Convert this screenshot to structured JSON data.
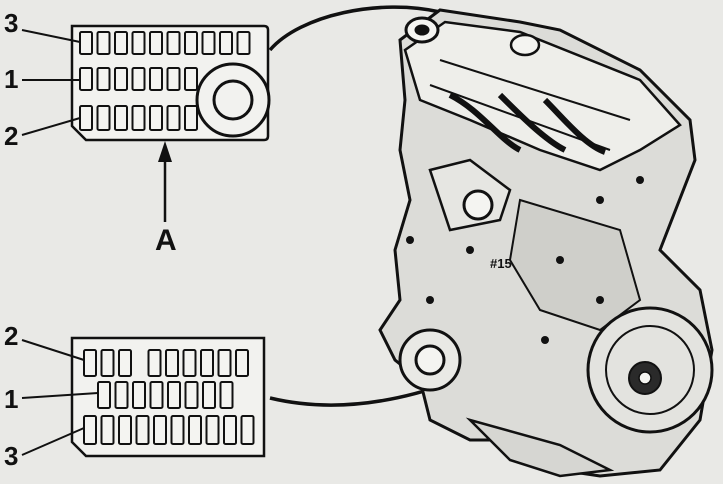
{
  "callouts": {
    "top": {
      "row_3": "3",
      "row_1": "1",
      "row_2": "2",
      "arrow_label": "A"
    },
    "bottom": {
      "row_2": "2",
      "row_1": "1",
      "row_3": "3"
    }
  },
  "top_plate": {
    "row_3_cells": 10,
    "row_1_cells": 7,
    "row_2_cells": 7
  },
  "bottom_plate": {
    "row_2_cells": 9,
    "row_1_cells": 8,
    "row_3_cells": 10
  },
  "icons": {
    "engine": "engine-block-icon",
    "round_boss": "round-boss-icon"
  },
  "colors": {
    "background": "#e9e9e6",
    "ink": "#111111"
  }
}
